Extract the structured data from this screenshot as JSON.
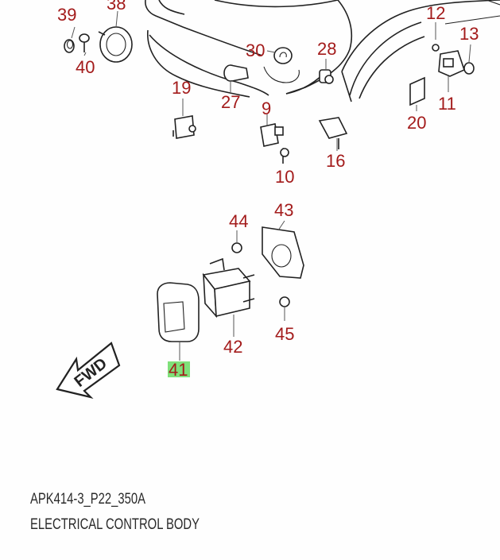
{
  "diagram": {
    "part_numbers": {
      "p39": "39",
      "p38": "38",
      "p40": "40",
      "p30": "30",
      "p28": "28",
      "p12": "12",
      "p13": "13",
      "p19": "19",
      "p27": "27",
      "p9": "9",
      "p11": "11",
      "p20": "20",
      "p10": "10",
      "p16": "16",
      "p44": "44",
      "p43": "43",
      "p42": "42",
      "p45": "45",
      "p41": "41"
    },
    "highlighted_part": "41",
    "arrow_label": "FWD",
    "colors": {
      "part_number": "#a31b1b",
      "highlight": "#7fe07a",
      "line": "#222222"
    }
  },
  "caption": {
    "code": "APK414-3_P22_350A",
    "title": "ELECTRICAL CONTROL BODY"
  }
}
